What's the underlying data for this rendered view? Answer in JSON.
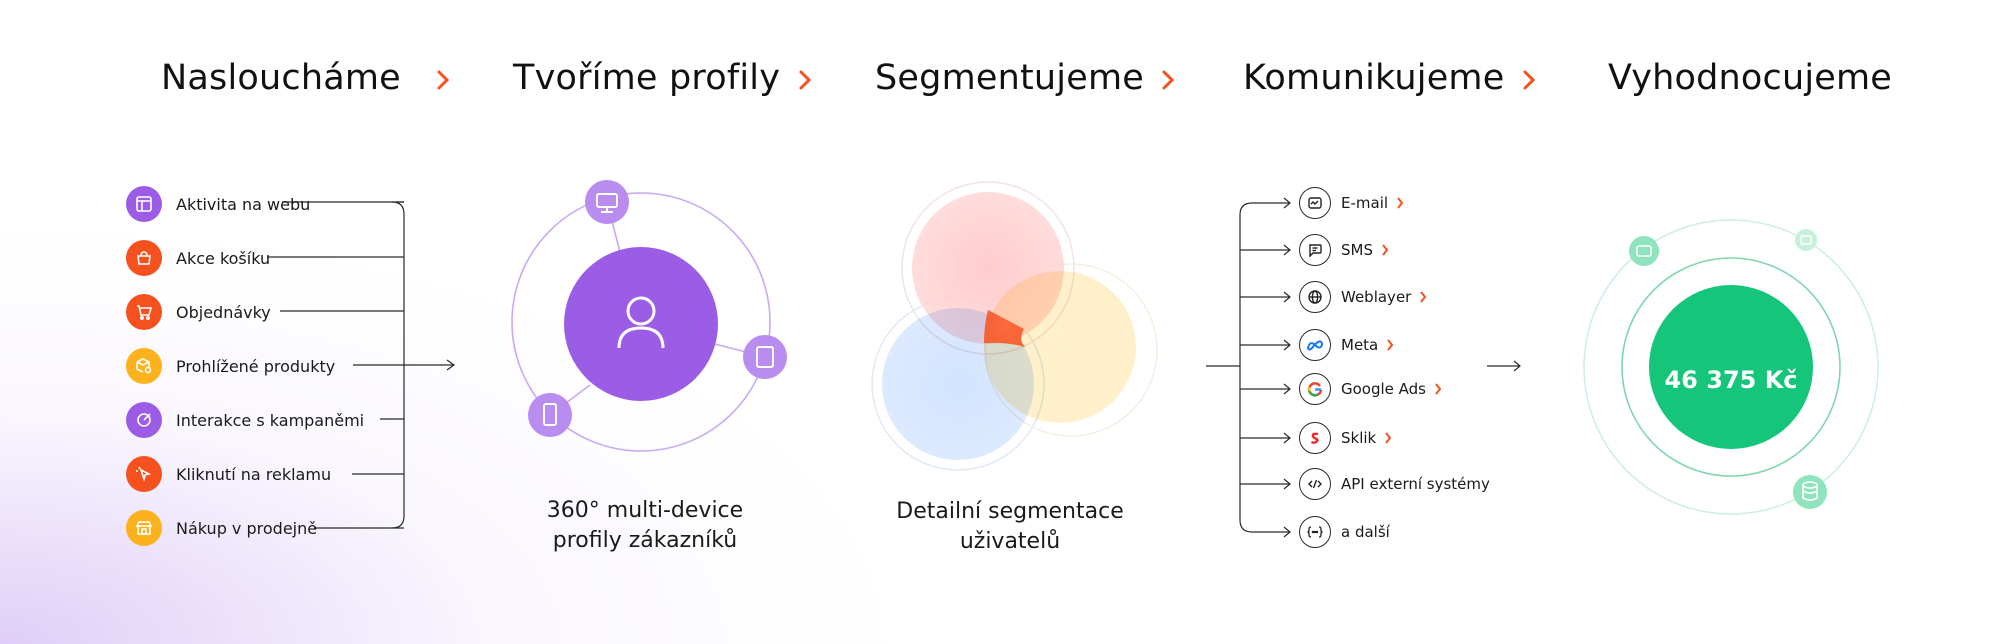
{
  "stages": [
    {
      "title": "Nasloucháme"
    },
    {
      "title": "Tvoříme profily"
    },
    {
      "title": "Segmentujeme"
    },
    {
      "title": "Komunikujeme"
    },
    {
      "title": "Vyhodnocujeme"
    }
  ],
  "sources": {
    "items": [
      {
        "label": "Aktivita na webu",
        "icon": "web-activity-icon",
        "color": "#9b5de5"
      },
      {
        "label": "Akce košíku",
        "icon": "basket-icon",
        "color": "#f4511e"
      },
      {
        "label": "Objednávky",
        "icon": "cart-icon",
        "color": "#f4511e"
      },
      {
        "label": "Prohlížené produkty",
        "icon": "box-search-icon",
        "color": "#fbb21d"
      },
      {
        "label": "Interakce s kampaněmi",
        "icon": "target-icon",
        "color": "#9b5de5"
      },
      {
        "label": "Kliknutí na reklamu",
        "icon": "cursor-click-icon",
        "color": "#f4511e"
      },
      {
        "label": "Nákup v prodejně",
        "icon": "store-icon",
        "color": "#fbb21d"
      }
    ]
  },
  "profiles": {
    "caption_line1": "360° multi-device",
    "caption_line2": "profily zákazníků"
  },
  "segments": {
    "caption_line1": "Detailní segmentace",
    "caption_line2": "uživatelů"
  },
  "channels": {
    "items": [
      {
        "label": "E-mail",
        "icon": "email-icon",
        "has_arrow": true
      },
      {
        "label": "SMS",
        "icon": "chat-bubble-icon",
        "has_arrow": true
      },
      {
        "label": "Weblayer",
        "icon": "globe-icon",
        "has_arrow": true
      },
      {
        "label": "Meta",
        "icon": "meta-icon",
        "has_arrow": true
      },
      {
        "label": "Google Ads",
        "icon": "google-icon",
        "has_arrow": true
      },
      {
        "label": "Sklik",
        "icon": "sklik-icon",
        "has_arrow": true
      },
      {
        "label": "API externí systémy",
        "icon": "code-icon",
        "has_arrow": false
      },
      {
        "label": "a další",
        "icon": "more-icon",
        "has_arrow": false
      }
    ]
  },
  "evaluation": {
    "revenue": "46 375 Kč"
  },
  "colors": {
    "accent": "#f4511e",
    "purple": "#9b5de5",
    "purple_light": "#b98cf0",
    "green": "#14c57a",
    "green_light": "#7fe0b4",
    "yellow": "#fbb21d"
  }
}
